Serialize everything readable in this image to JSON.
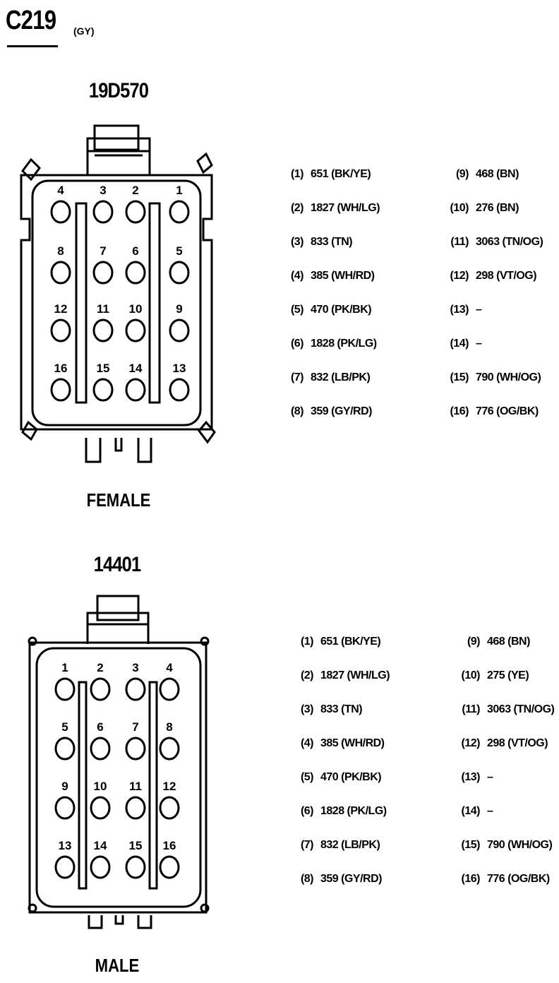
{
  "connector_id": "C219",
  "connector_color_code": "(GY)",
  "female": {
    "part_number": "19D570",
    "gender_label": "FEMALE",
    "pin_numbers": [
      [
        "4",
        "3",
        "2",
        "1"
      ],
      [
        "8",
        "7",
        "6",
        "5"
      ],
      [
        "12",
        "11",
        "10",
        "9"
      ],
      [
        "16",
        "15",
        "14",
        "13"
      ]
    ],
    "pins": [
      {
        "num": "(1)",
        "wire": "651 (BK/YE)"
      },
      {
        "num": "(2)",
        "wire": "1827 (WH/LG)"
      },
      {
        "num": "(3)",
        "wire": "833 (TN)"
      },
      {
        "num": "(4)",
        "wire": "385 (WH/RD)"
      },
      {
        "num": "(5)",
        "wire": "470 (PK/BK)"
      },
      {
        "num": "(6)",
        "wire": "1828 (PK/LG)"
      },
      {
        "num": "(7)",
        "wire": "832 (LB/PK)"
      },
      {
        "num": "(8)",
        "wire": "359 (GY/RD)"
      },
      {
        "num": "(9)",
        "wire": "468 (BN)"
      },
      {
        "num": "(10)",
        "wire": "276 (BN)"
      },
      {
        "num": "(11)",
        "wire": "3063 (TN/OG)"
      },
      {
        "num": "(12)",
        "wire": "298 (VT/OG)"
      },
      {
        "num": "(13)",
        "wire": "–"
      },
      {
        "num": "(14)",
        "wire": "–"
      },
      {
        "num": "(15)",
        "wire": "790 (WH/OG)"
      },
      {
        "num": "(16)",
        "wire": "776 (OG/BK)"
      }
    ]
  },
  "male": {
    "part_number": "14401",
    "gender_label": "MALE",
    "pin_numbers": [
      [
        "1",
        "2",
        "3",
        "4"
      ],
      [
        "5",
        "6",
        "7",
        "8"
      ],
      [
        "9",
        "10",
        "11",
        "12"
      ],
      [
        "13",
        "14",
        "15",
        "16"
      ]
    ],
    "pins": [
      {
        "num": "(1)",
        "wire": "651 (BK/YE)"
      },
      {
        "num": "(2)",
        "wire": "1827 (WH/LG)"
      },
      {
        "num": "(3)",
        "wire": "833 (TN)"
      },
      {
        "num": "(4)",
        "wire": "385 (WH/RD)"
      },
      {
        "num": "(5)",
        "wire": "470 (PK/BK)"
      },
      {
        "num": "(6)",
        "wire": "1828 (PK/LG)"
      },
      {
        "num": "(7)",
        "wire": "832 (LB/PK)"
      },
      {
        "num": "(8)",
        "wire": "359 (GY/RD)"
      },
      {
        "num": "(9)",
        "wire": "468 (BN)"
      },
      {
        "num": "(10)",
        "wire": "275 (YE)"
      },
      {
        "num": "(11)",
        "wire": "3063 (TN/OG)"
      },
      {
        "num": "(12)",
        "wire": "298 (VT/OG)"
      },
      {
        "num": "(13)",
        "wire": "–"
      },
      {
        "num": "(14)",
        "wire": "–"
      },
      {
        "num": "(15)",
        "wire": "790 (WH/OG)"
      },
      {
        "num": "(16)",
        "wire": "776 (OG/BK)"
      }
    ]
  }
}
